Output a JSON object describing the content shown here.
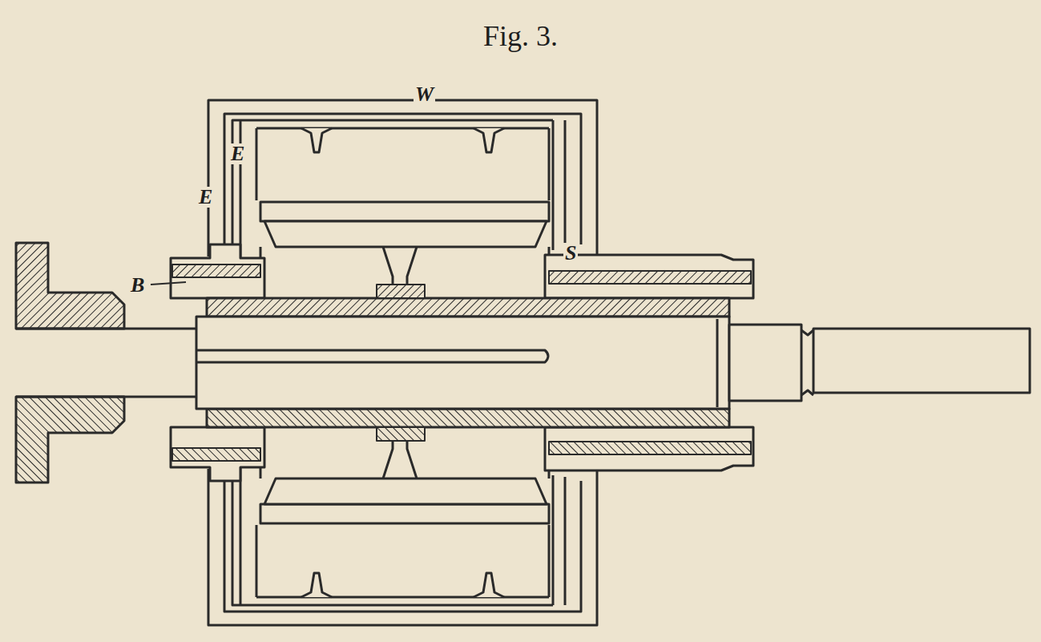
{
  "diagram": {
    "title": "Fig. 3.",
    "labels": [
      "W",
      "E",
      "E",
      "B",
      "S"
    ]
  }
}
